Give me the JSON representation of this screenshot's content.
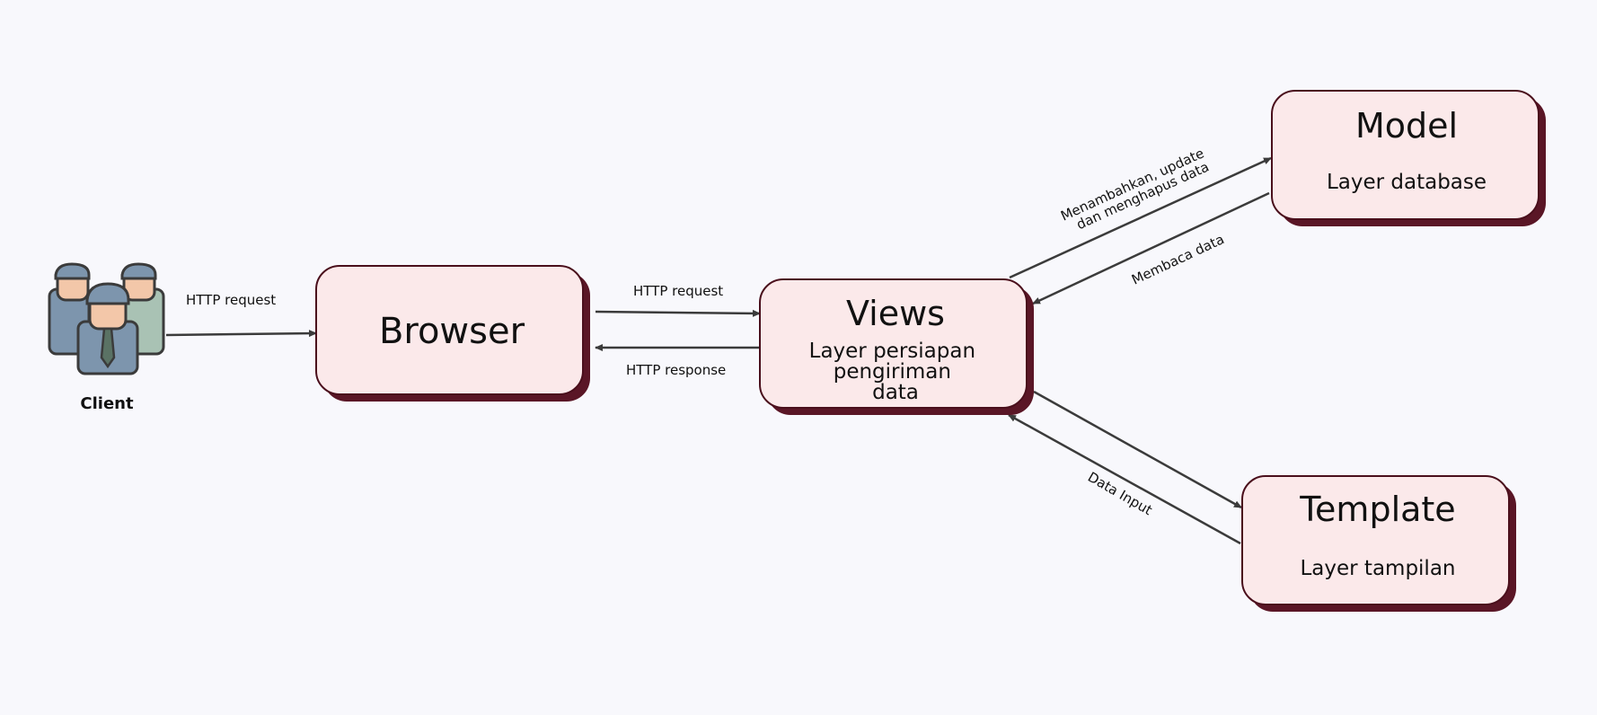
{
  "client": {
    "label": "Client",
    "icon": "people-group-icon",
    "colors": {
      "skin": "#f3c7a9",
      "suit_blue": "#7d95ad",
      "suit_green": "#a9c2b4",
      "tie": "#5a7264",
      "outline": "#3b3b3b"
    }
  },
  "nodes": {
    "browser": {
      "title": "Browser"
    },
    "views": {
      "title": "Views",
      "subtitle_lines": [
        "Layer persiapan",
        "pengiriman",
        "data"
      ]
    },
    "model": {
      "title": "Model",
      "subtitle": "Layer database"
    },
    "template": {
      "title": "Template",
      "subtitle": "Layer tampilan"
    }
  },
  "edges": {
    "client_browser": "HTTP request",
    "browser_views_request": "HTTP request",
    "views_browser_response": "HTTP response",
    "views_model_lines": [
      "Menambahkan, update",
      "dan menghapus data"
    ],
    "model_views": "Membaca data",
    "template_views": "Data Input"
  },
  "colors": {
    "background": "#f8f8fc",
    "box_fill": "#fbe9ea",
    "box_shadow": "#5a1626",
    "box_border": "#4a0f1c",
    "arrow": "#3b3b3b"
  }
}
